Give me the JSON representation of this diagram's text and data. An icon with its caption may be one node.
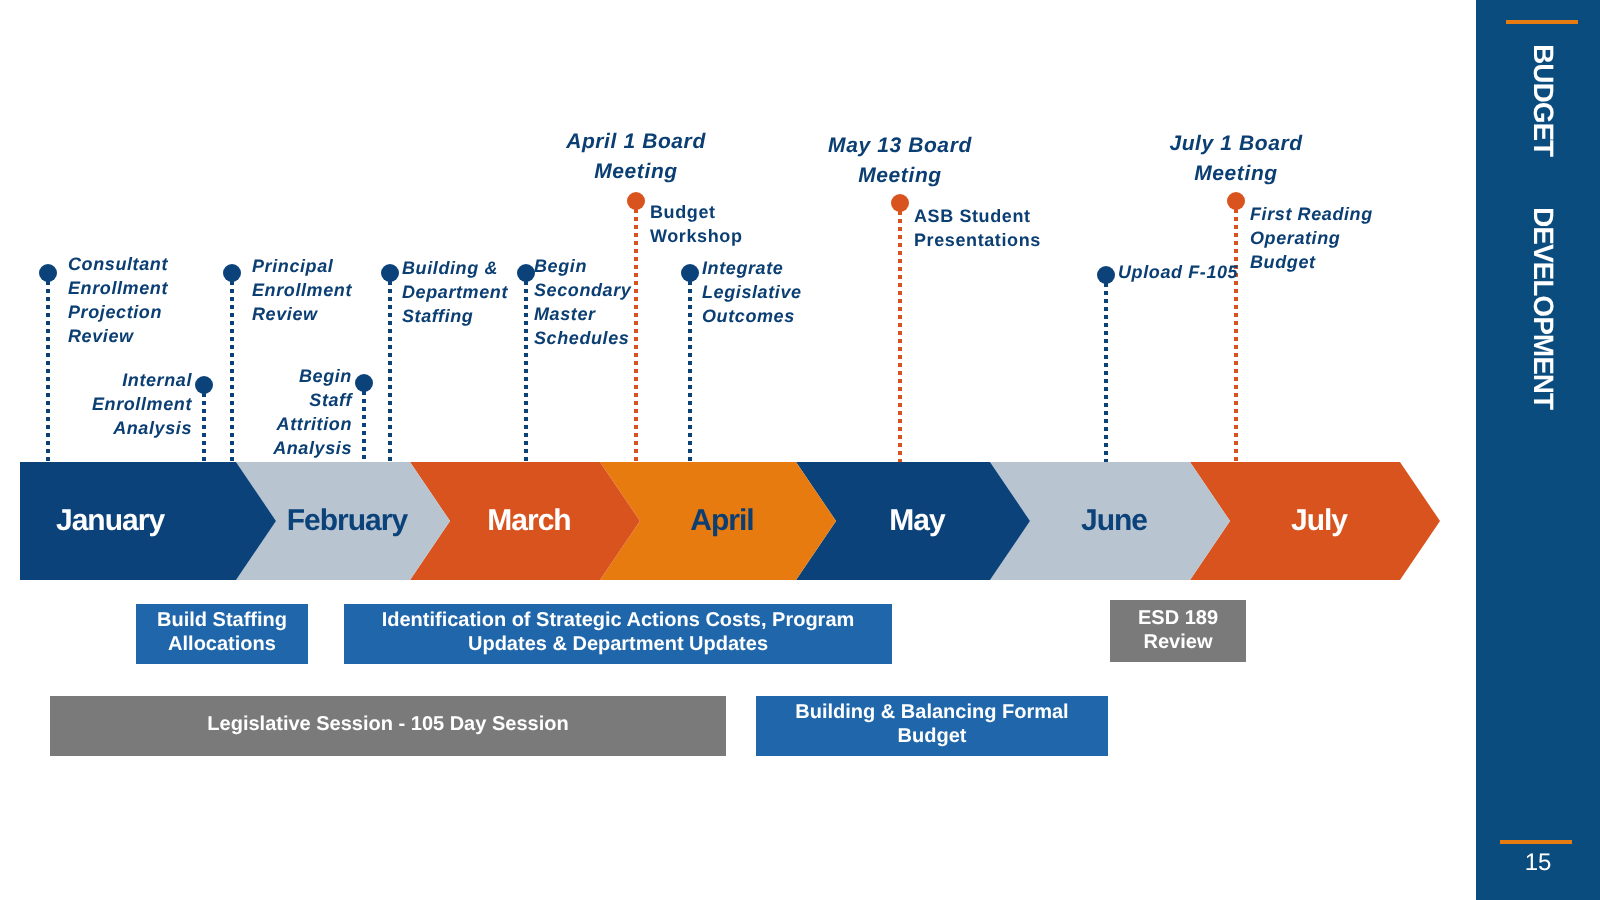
{
  "diagram": {
    "title": "BUDGET DEVELOPMENT",
    "nodes": [
      {
        "text": [
          "January"
        ]
      },
      {
        "text": [
          "February"
        ]
      },
      {
        "text": [
          "March"
        ]
      },
      {
        "text": [
          "April"
        ]
      },
      {
        "text": [
          "May"
        ]
      },
      {
        "text": [
          "June"
        ]
      },
      {
        "text": [
          "July"
        ]
      },
      {
        "text": [
          "Consultant Enrollment Projection Review"
        ]
      },
      {
        "text": [
          "Internal Enrollment Analysis"
        ]
      },
      {
        "text": [
          "Principal Enrollment Review"
        ]
      },
      {
        "text": [
          "Begin Staff Attrition Analysis"
        ]
      },
      {
        "text": [
          "Building & Department Staffing"
        ]
      },
      {
        "text": [
          "Begin Secondary Master Schedules"
        ]
      },
      {
        "text": [
          "April 1 Board Meeting",
          "Budget Workshop"
        ]
      },
      {
        "text": [
          "Integrate Legislative Outcomes"
        ]
      },
      {
        "text": [
          "May 13 Board Meeting",
          "ASB Student Presentations"
        ]
      },
      {
        "text": [
          "Upload F-105"
        ]
      },
      {
        "text": [
          "July 1 Board Meeting",
          "First Reading Operating Budget"
        ]
      },
      {
        "text": [
          "Build Staffing Allocations"
        ]
      },
      {
        "text": [
          "Identification of Strategic Actions Costs, Program Updates & Department Updates"
        ]
      },
      {
        "text": [
          "ESD 189 Review"
        ]
      },
      {
        "text": [
          "Legislative Session - 105 Day Session"
        ]
      },
      {
        "text": [
          "Building & Balancing Formal Budget"
        ]
      }
    ],
    "edges": [
      {
        "from": 7,
        "to": 0,
        "arrow": "other",
        "style": "dashed"
      },
      {
        "from": 8,
        "to": 0,
        "arrow": "other",
        "style": "dashed"
      },
      {
        "from": 9,
        "to": 1,
        "arrow": "other",
        "style": "dashed"
      },
      {
        "from": 10,
        "to": 1,
        "arrow": "other",
        "style": "dashed"
      },
      {
        "from": 11,
        "to": 1,
        "arrow": "other",
        "style": "dashed"
      },
      {
        "from": 12,
        "to": 2,
        "arrow": "other",
        "style": "dashed"
      },
      {
        "from": 13,
        "to": 3,
        "arrow": "other",
        "style": "dashed",
        "color": "#d9531e"
      },
      {
        "from": 14,
        "to": 3,
        "arrow": "other",
        "style": "dashed"
      },
      {
        "from": 15,
        "to": 4,
        "arrow": "other",
        "style": "dashed",
        "color": "#d9531e"
      },
      {
        "from": 16,
        "to": 5,
        "arrow": "other",
        "style": "dashed"
      },
      {
        "from": 17,
        "to": 6,
        "arrow": "other",
        "style": "dashed",
        "color": "#d9531e"
      }
    ],
    "labels": [
      "15"
    ]
  }
}
